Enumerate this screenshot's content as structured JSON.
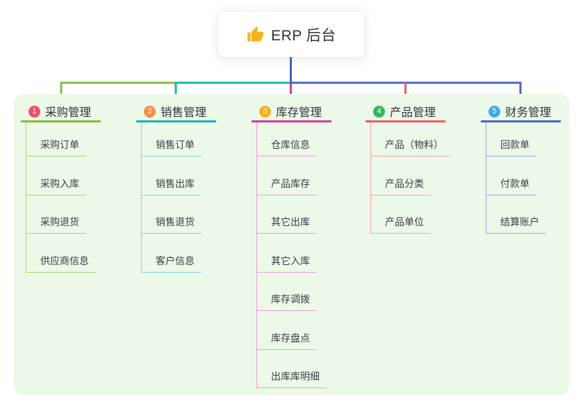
{
  "root": {
    "icon": "thumbs-up-icon",
    "label": "ERP 后台"
  },
  "colors": {
    "page_bg": "#ffffff",
    "panel_bg": "#ecf8e8",
    "root_line": "#4b5ac1",
    "title_text": "#33333a",
    "item_text": "#3c3c44"
  },
  "branches": [
    {
      "number": "1",
      "label": "采购管理",
      "badge_color": "#f14e68",
      "line_color": "#83ba41",
      "sub_line_color": "#a9d07e",
      "items": [
        "采购订单",
        "采购入库",
        "采购退货",
        "供应商信息"
      ]
    },
    {
      "number": "2",
      "label": "销售管理",
      "badge_color": "#fb8c4b",
      "line_color": "#14b8ad",
      "sub_line_color": "#82d5cc",
      "items": [
        "销售订单",
        "销售出库",
        "销售退货",
        "客户信息"
      ]
    },
    {
      "number": "3",
      "label": "库存管理",
      "badge_color": "#fbb017",
      "line_color": "#d9359f",
      "sub_line_color": "#ee9ccf",
      "items": [
        "仓库信息",
        "产品库存",
        "其它出库",
        "其它入库",
        "库存调拨",
        "库存盘点",
        "出库库明细"
      ]
    },
    {
      "number": "4",
      "label": "产品管理",
      "badge_color": "#36b55b",
      "line_color": "#f4566c",
      "sub_line_color": "#f9a4b0",
      "items": [
        "产品（物料）",
        "产品分类",
        "产品单位"
      ]
    },
    {
      "number": "5",
      "label": "财务管理",
      "badge_color": "#3dabf0",
      "line_color": "#4a63c6",
      "sub_line_color": "#97a8e0",
      "items": [
        "回款单",
        "付款单",
        "结算账户"
      ]
    }
  ]
}
